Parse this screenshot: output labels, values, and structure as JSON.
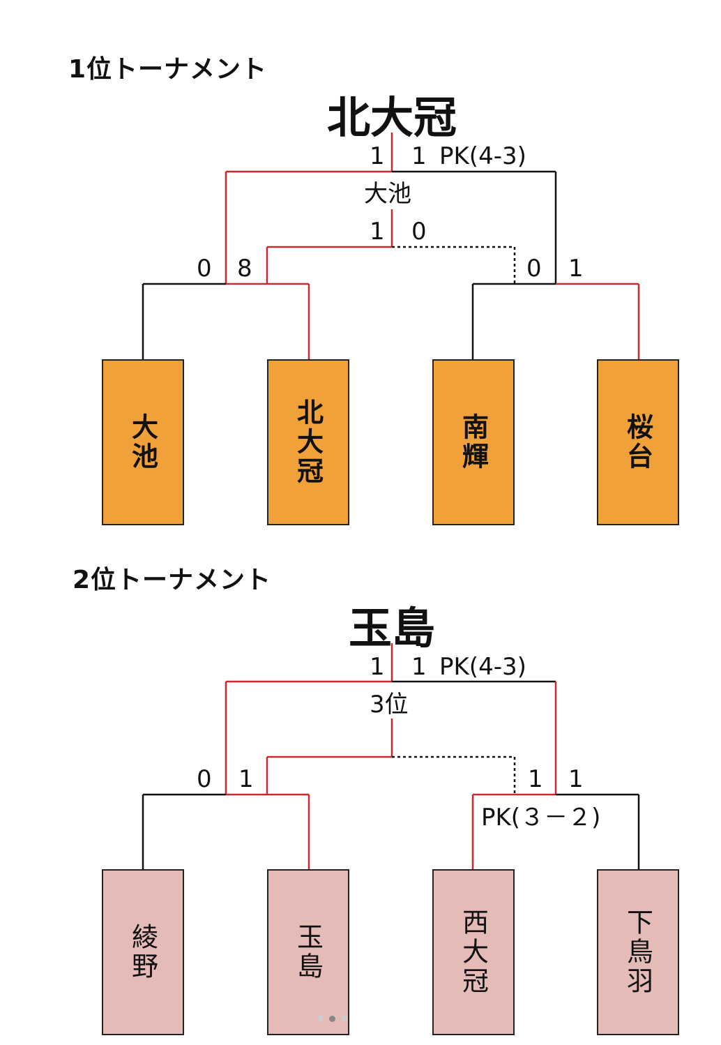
{
  "colors": {
    "win_line": "#c8282e",
    "lose_line": "#111111",
    "t1_fill": "#f0a13a",
    "t2_fill": "#e4bbb6"
  },
  "t1": {
    "title": "1位トーナメント",
    "champion": "北大冠",
    "final_left": "1",
    "final_right": "1",
    "final_pk": "PK(4-3)",
    "third_winner": "大池",
    "third_left": "1",
    "third_right": "0",
    "sf1_left": "0",
    "sf1_right": "8",
    "sf2_left": "0",
    "sf2_right": "1",
    "teams": [
      "大池",
      "北大冠",
      "南輝",
      "桜台"
    ]
  },
  "t2": {
    "title": "2位トーナメント",
    "champion": "玉島",
    "final_left": "1",
    "final_right": "1",
    "final_pk": "PK(4-3)",
    "third_label": "3位",
    "sf1_left": "0",
    "sf1_right": "1",
    "sf2_left": "1",
    "sf2_right": "1",
    "sf2_pk": "PK(３－２)",
    "teams": [
      "綾野",
      "玉島",
      "西大冠",
      "下鳥羽"
    ]
  }
}
